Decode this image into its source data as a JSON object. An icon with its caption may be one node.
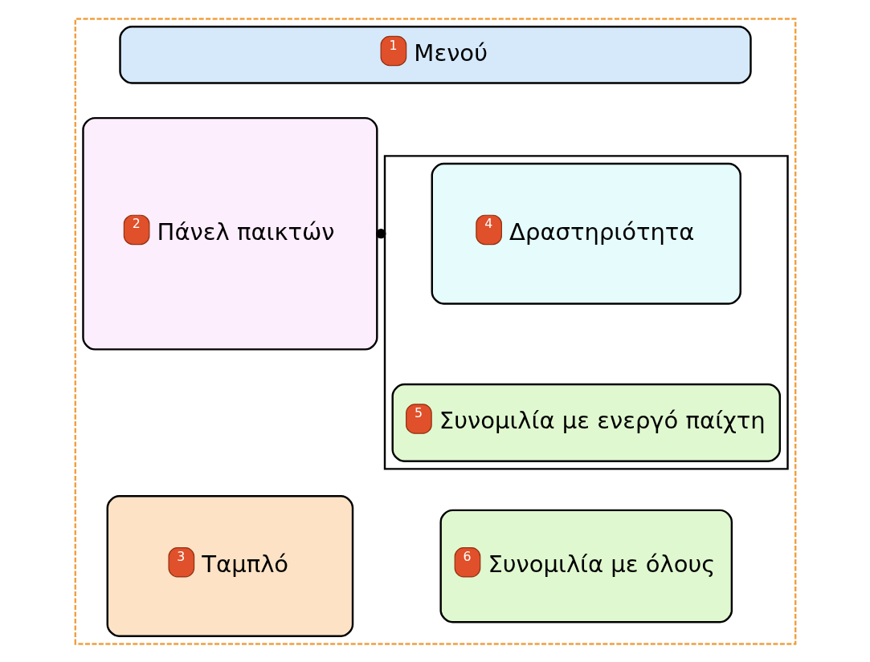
{
  "diagram": {
    "nodes": [
      {
        "text": [],
        "shape": "box"
      },
      {
        "text": [
          "1",
          "Μενού"
        ],
        "in": 0
      },
      {
        "text": [
          "2",
          "Πάνελ παικτών"
        ],
        "in": 0
      },
      {
        "text": [],
        "shape": "box",
        "in": 0
      },
      {
        "text": [
          "4",
          "Δραστηριότητα"
        ],
        "in": 3
      },
      {
        "text": [
          "5",
          "Συνομιλία με ενεργό παίχτη"
        ],
        "in": 3
      },
      {
        "text": [
          "3",
          "Ταμπλό"
        ],
        "in": 0
      },
      {
        "text": [
          "6",
          "Συνομιλία με όλους"
        ],
        "in": 0
      }
    ],
    "edges": [
      {
        "from": 2,
        "to": 3,
        "arrow": "other"
      }
    ]
  }
}
